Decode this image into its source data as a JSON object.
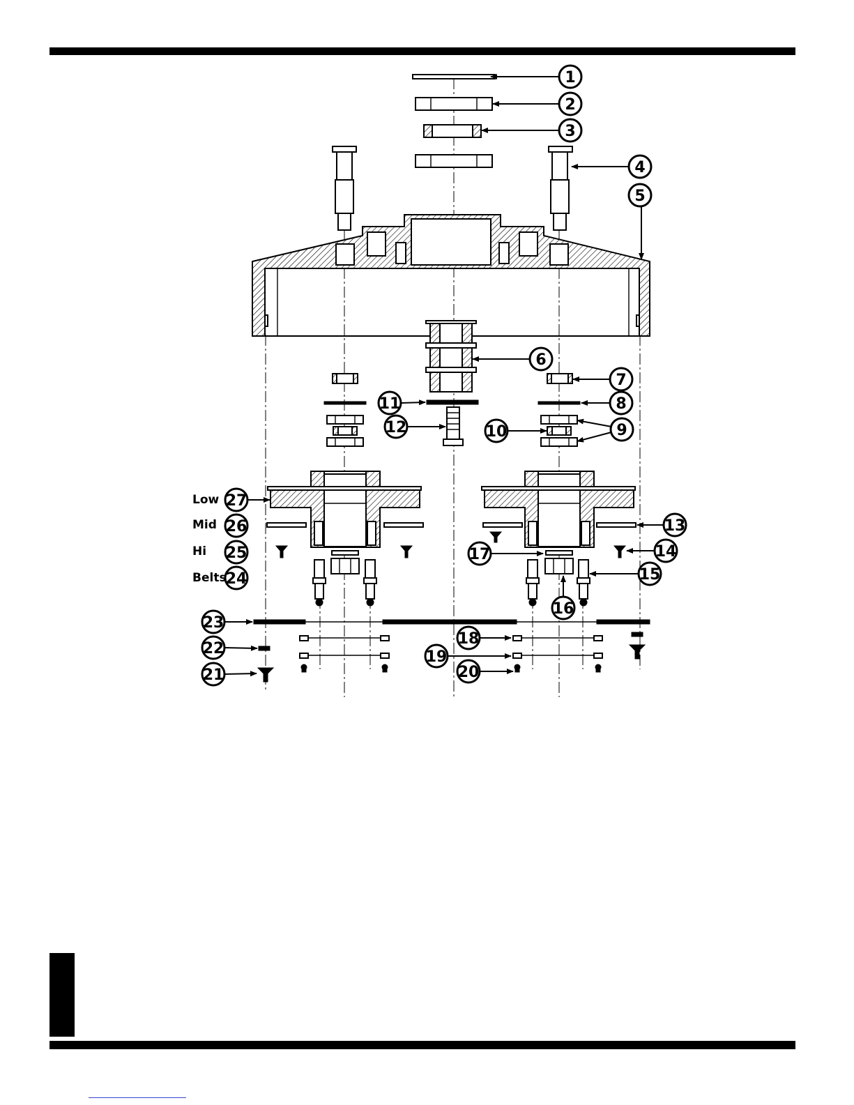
{
  "diagram": {
    "callouts": [
      {
        "id": "callout-1",
        "number": "1"
      },
      {
        "id": "callout-2",
        "number": "2"
      },
      {
        "id": "callout-3",
        "number": "3"
      },
      {
        "id": "callout-4",
        "number": "4"
      },
      {
        "id": "callout-5",
        "number": "5"
      },
      {
        "id": "callout-6",
        "number": "6"
      },
      {
        "id": "callout-7",
        "number": "7"
      },
      {
        "id": "callout-8",
        "number": "8"
      },
      {
        "id": "callout-9",
        "number": "9"
      },
      {
        "id": "callout-10",
        "number": "10"
      },
      {
        "id": "callout-11",
        "number": "11"
      },
      {
        "id": "callout-12",
        "number": "12"
      },
      {
        "id": "callout-13",
        "number": "13"
      },
      {
        "id": "callout-14",
        "number": "14"
      },
      {
        "id": "callout-15",
        "number": "15"
      },
      {
        "id": "callout-16",
        "number": "16"
      },
      {
        "id": "callout-17",
        "number": "17"
      },
      {
        "id": "callout-18",
        "number": "18"
      },
      {
        "id": "callout-19",
        "number": "19"
      },
      {
        "id": "callout-20",
        "number": "20"
      },
      {
        "id": "callout-21",
        "number": "21"
      },
      {
        "id": "callout-22",
        "number": "22"
      },
      {
        "id": "callout-23",
        "number": "23"
      },
      {
        "id": "callout-24",
        "number": "24"
      },
      {
        "id": "callout-25",
        "number": "25"
      },
      {
        "id": "callout-26",
        "number": "26"
      },
      {
        "id": "callout-27",
        "number": "27"
      }
    ],
    "gear_labels": {
      "low": "Low",
      "mid": "Mid",
      "hi": "Hi",
      "belts": "Belts"
    }
  }
}
